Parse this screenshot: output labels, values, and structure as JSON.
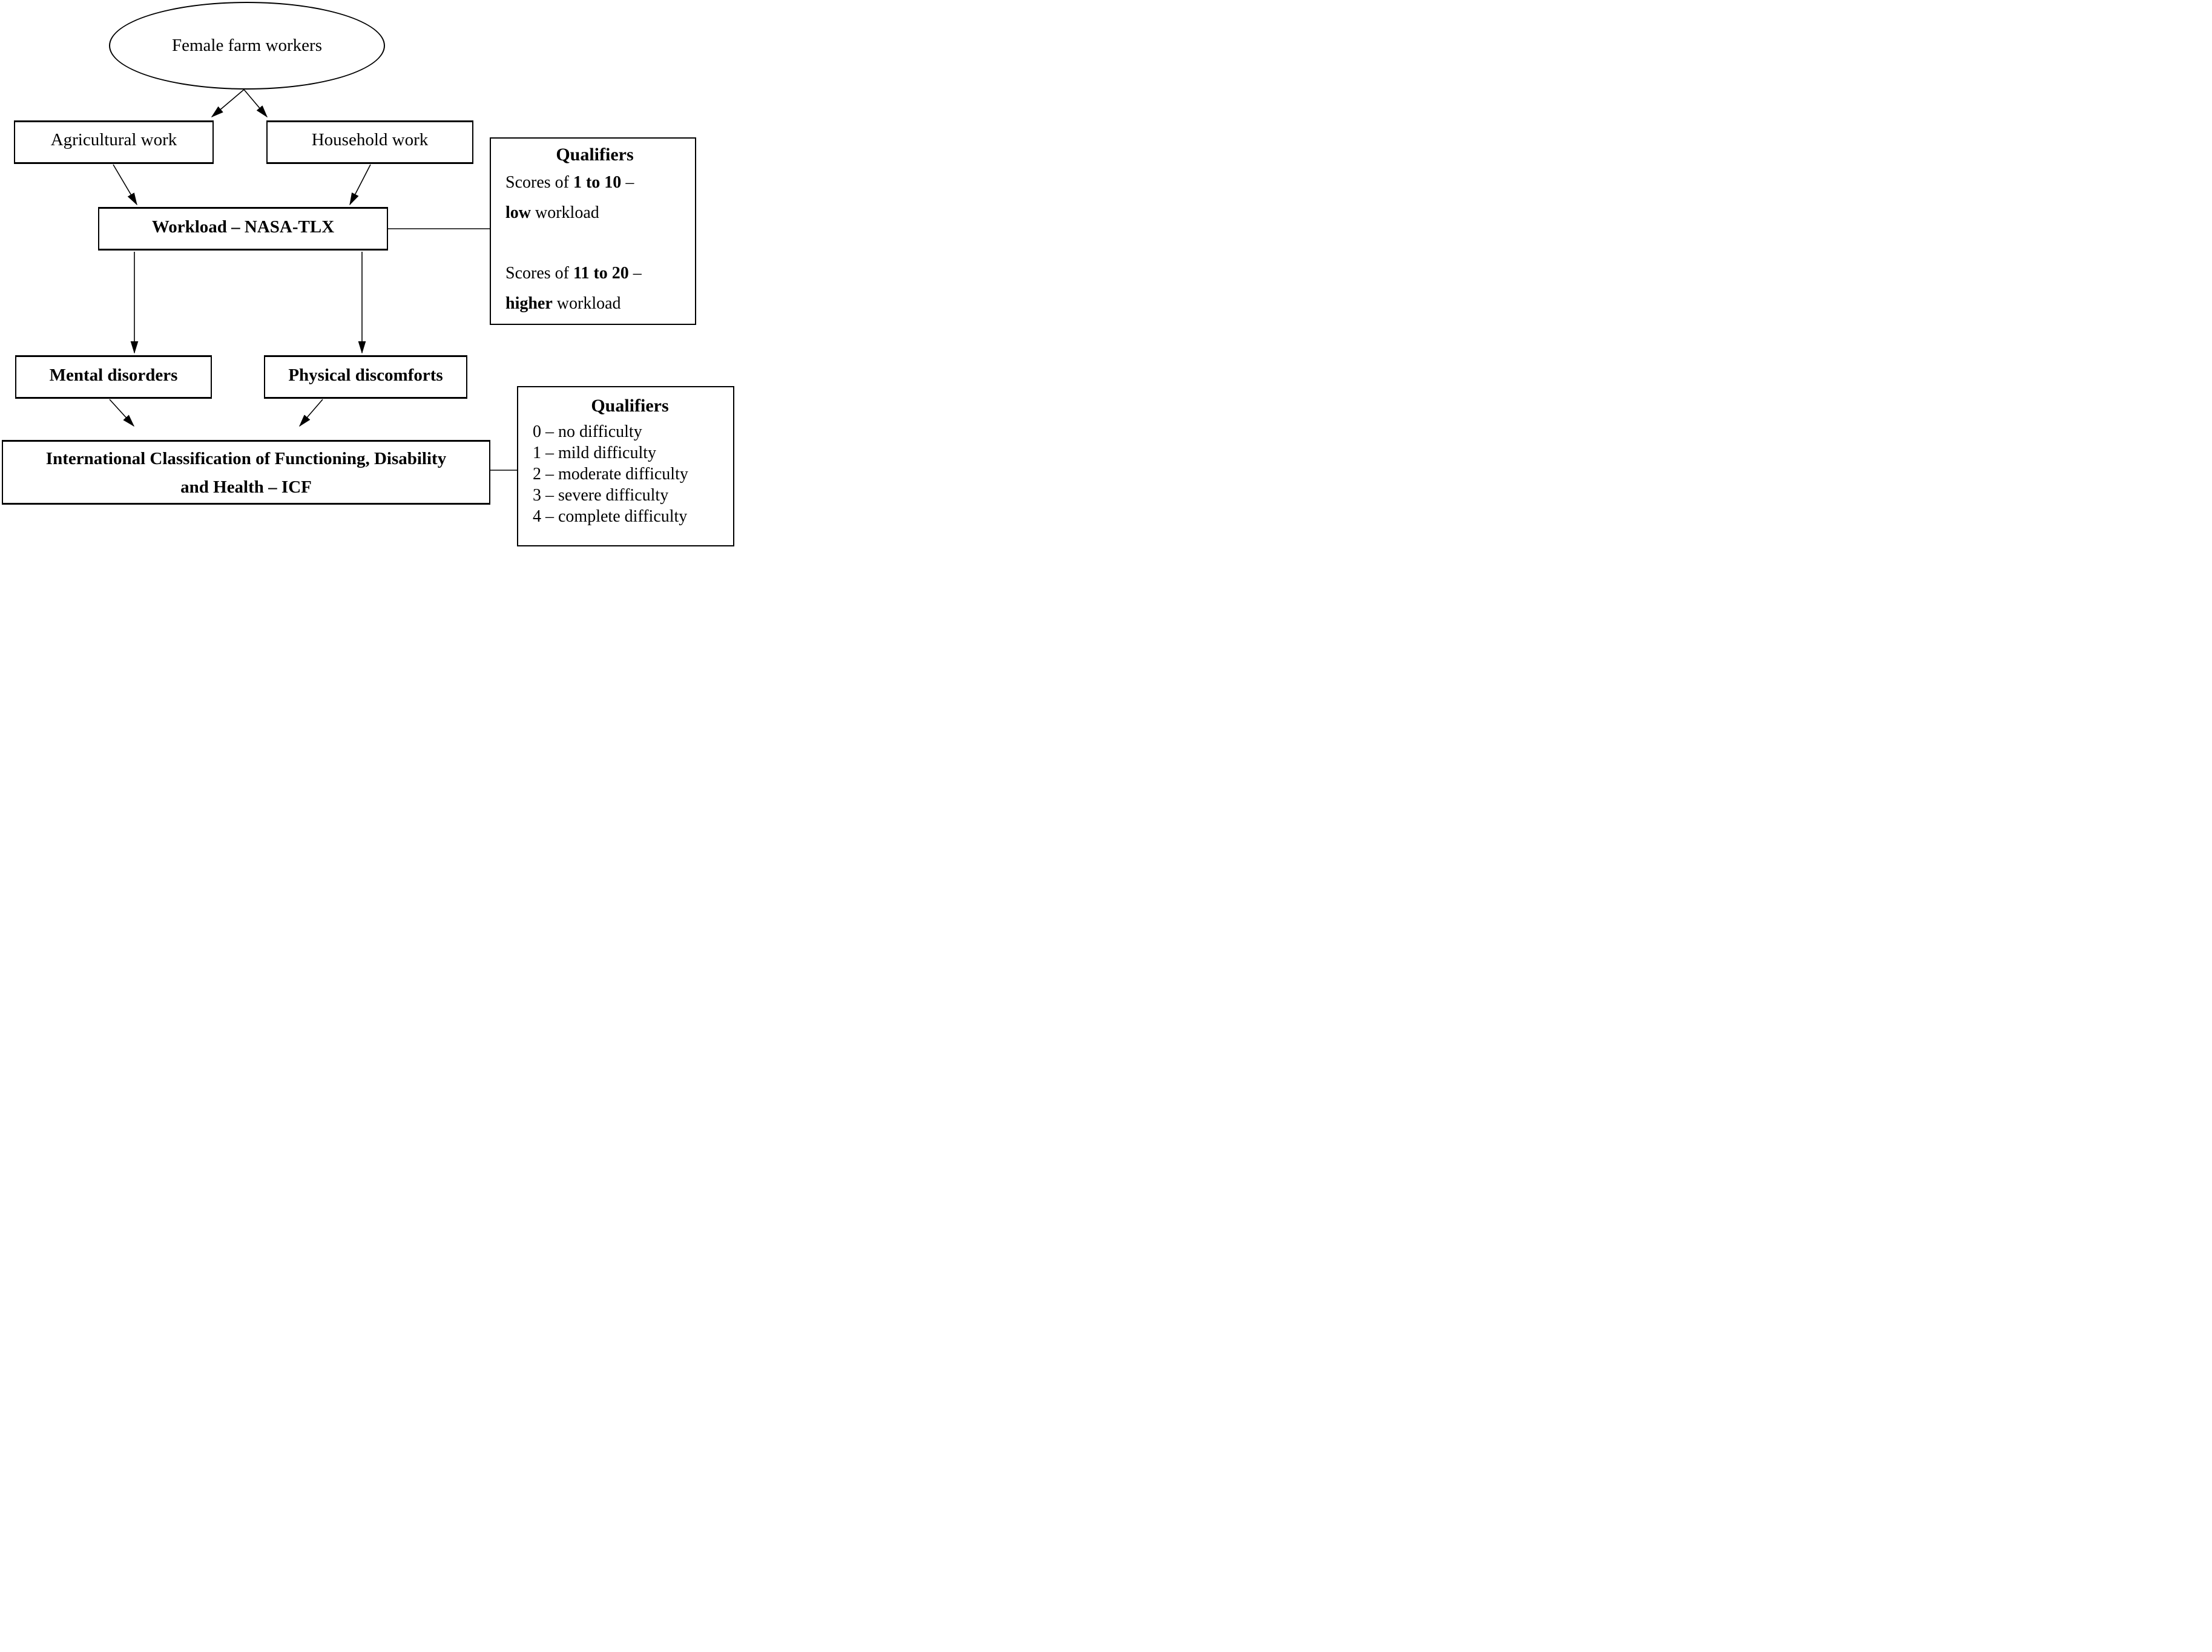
{
  "diagram": {
    "root": {
      "label": "Female farm workers"
    },
    "agricultural": {
      "label": "Agricultural work"
    },
    "household": {
      "label": "Household work"
    },
    "workload": {
      "label": "Workload – NASA-TLX"
    },
    "mental": {
      "label": "Mental disorders"
    },
    "physical": {
      "label": "Physical discomforts"
    },
    "icf": {
      "line1": "International Classification of Functioning, Disability",
      "line2": "and Health – ICF"
    },
    "qualifiers_workload": {
      "title": "Qualifiers",
      "line1_pre": "Scores of ",
      "line1_bold": "1 to 10",
      "line1_post": " –",
      "line2_bold": "low",
      "line2_post": " workload",
      "line3_pre": "Scores of ",
      "line3_bold": "11 to 20",
      "line3_post": " –",
      "line4_bold": "higher",
      "line4_post": " workload"
    },
    "qualifiers_icf": {
      "title": "Qualifiers",
      "items": [
        "0 – no difficulty",
        "1 – mild difficulty",
        "2 – moderate difficulty",
        "3 – severe difficulty",
        "4 – complete difficulty"
      ]
    },
    "colors": {
      "line": "#000000",
      "background": "#ffffff"
    }
  }
}
